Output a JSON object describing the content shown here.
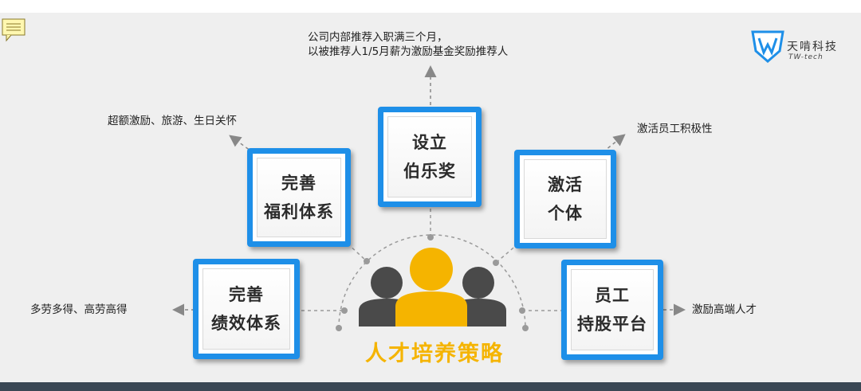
{
  "title": "人才培养策略",
  "logo": {
    "name": "天啃科技",
    "sub": "TW-tech"
  },
  "boxes": {
    "top": {
      "line1": "设立",
      "line2": "伯乐奖"
    },
    "ul": {
      "line1": "完善",
      "line2": "福利体系"
    },
    "ur": {
      "line1": "激活",
      "line2": "个体"
    },
    "ll": {
      "line1": "完善",
      "line2": "绩效体系"
    },
    "lr": {
      "line1": "员工",
      "line2": "持股平台"
    }
  },
  "notes": {
    "top_line1": "公司内部推荐入职满三个月，",
    "top_line2": "以被推荐人1/5月薪为激励基金奖励推荐人",
    "ul": "超额激励、旅游、生日关怀",
    "ur": "激活员工积极性",
    "ll": "多劳多得、高劳高得",
    "lr": "激励高端人才"
  },
  "colors": {
    "box_border": "#1e8fe8",
    "title": "#f5b400",
    "person_center": "#f5b400",
    "person_side": "#4a4a4a"
  }
}
